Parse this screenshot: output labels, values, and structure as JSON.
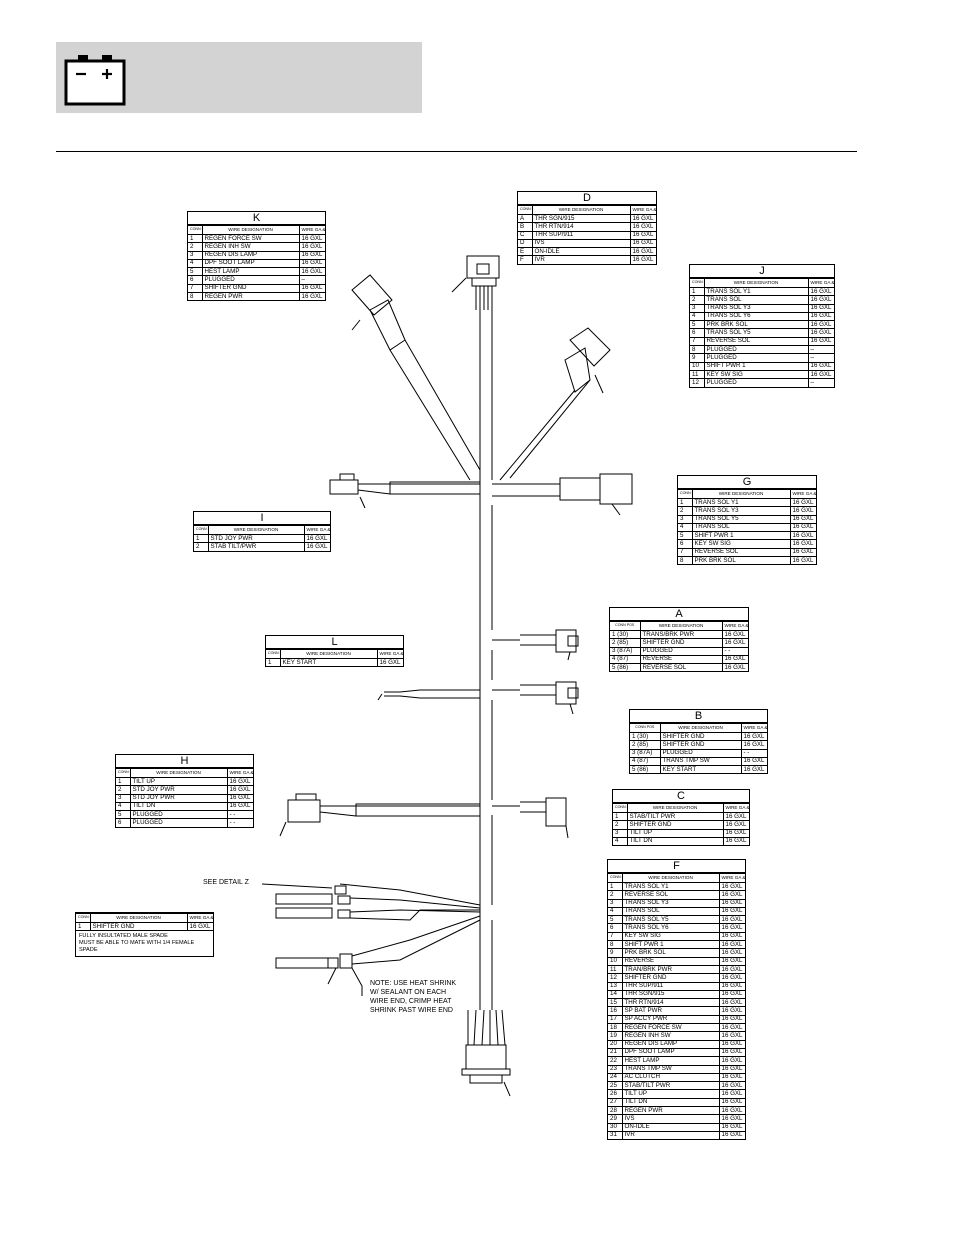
{
  "header": {
    "icon": "battery-icon",
    "bar_color": "#d3d3d3"
  },
  "tables": {
    "K": {
      "title": "K",
      "h_pos": "CONN POS",
      "h_desig": "WIRE DESIGNATION",
      "h_ga": "WIRE GA & TYPE",
      "rows": [
        [
          "1",
          "REGEN FORCE SW",
          "16 GXL"
        ],
        [
          "2",
          "REGEN INH SW",
          "16 GXL"
        ],
        [
          "3",
          "REGEN DIS LAMP",
          "16 GXL"
        ],
        [
          "4",
          "DPF SOOT LAMP",
          "16 GXL"
        ],
        [
          "5",
          "HEST LAMP",
          "16 GXL"
        ],
        [
          "6",
          "PLUGGED",
          "–"
        ],
        [
          "7",
          "SHIFTER GND",
          "16 GXL"
        ],
        [
          "8",
          "REGEN PWR",
          "16 GXL"
        ]
      ]
    },
    "D": {
      "title": "D",
      "h_pos": "CONN POS",
      "h_desig": "WIRE DESIGNATION",
      "h_ga": "WIRE GA & TYPE",
      "rows": [
        [
          "A",
          "THR SGN/915",
          "16 GXL"
        ],
        [
          "B",
          "THR RTN/914",
          "16 GXL"
        ],
        [
          "C",
          "THR SUP/911",
          "16 GXL"
        ],
        [
          "D",
          "IVS",
          "16 GXL"
        ],
        [
          "E",
          "ON-IDLE",
          "16 GXL"
        ],
        [
          "F",
          "IVR",
          "16 GXL"
        ]
      ]
    },
    "J": {
      "title": "J",
      "h_pos": "CONN POS",
      "h_desig": "WIRE DESIGNATION",
      "h_ga": "WIRE GA & TYPE",
      "rows": [
        [
          "1",
          "TRANS SOL Y1",
          "16 GXL"
        ],
        [
          "2",
          "TRANS SOL",
          "16 GXL"
        ],
        [
          "3",
          "TRANS SOL Y3",
          "16 GXL"
        ],
        [
          "4",
          "TRANS SOL Y6",
          "16 GXL"
        ],
        [
          "5",
          "PRK BRK SOL",
          "16 GXL"
        ],
        [
          "6",
          "TRANS SOL Y5",
          "16 GXL"
        ],
        [
          "7",
          "REVERSE SOL",
          "16 GXL"
        ],
        [
          "8",
          "PLUGGED",
          "–"
        ],
        [
          "9",
          "PLUGGED",
          "–"
        ],
        [
          "10",
          "SHIFT PWR 1",
          "16 GXL"
        ],
        [
          "11",
          "KEY SW SIG",
          "16 GXL"
        ],
        [
          "12",
          "PLUGGED",
          "–"
        ]
      ]
    },
    "G": {
      "title": "G",
      "h_pos": "CONN POS",
      "h_desig": "WIRE DESIGNATION",
      "h_ga": "WIRE GA & TYPE",
      "rows": [
        [
          "1",
          "TRANS SOL Y1",
          "16 GXL"
        ],
        [
          "2",
          "TRANS SOL Y3",
          "16 GXL"
        ],
        [
          "3",
          "TRANS SOL Y5",
          "16 GXL"
        ],
        [
          "4",
          "TRANS SOL",
          "16 GXL"
        ],
        [
          "5",
          "SHIFT PWR 1",
          "16 GXL"
        ],
        [
          "6",
          "KEY SW SIG",
          "16 GXL"
        ],
        [
          "7",
          "REVERSE SOL",
          "16 GXL"
        ],
        [
          "8",
          "PRK BRK SOL",
          "16 GXL"
        ]
      ]
    },
    "I": {
      "title": "I",
      "h_pos": "CONN POS",
      "h_desig": "WIRE DESIGNATION",
      "h_ga": "WIRE GA & TYPE",
      "rows": [
        [
          "1",
          "STD JOY PWR",
          "16 GXL"
        ],
        [
          "2",
          "STAB TILT/PWR",
          "16 GXL"
        ]
      ]
    },
    "A": {
      "title": "A",
      "h_pos": "CONN POS",
      "h_desig": "WIRE DESIGNATION",
      "h_ga": "WIRE GA & TYPE",
      "rows": [
        [
          "1 (30)",
          "TRANS/BRK PWR",
          "16 GXL"
        ],
        [
          "2 (85)",
          "SHIFTER GND",
          "16 GXL"
        ],
        [
          "3 (87A)",
          "PLUGGED",
          "- -"
        ],
        [
          "4 (87)",
          "REVERSE",
          "16 GXL"
        ],
        [
          "5 (86)",
          "REVERSE SOL",
          "16 GXL"
        ]
      ]
    },
    "L": {
      "title": "L",
      "h_pos": "CONN POS",
      "h_desig": "WIRE DESIGNATION",
      "h_ga": "WIRE GA & TYPE",
      "rows": [
        [
          "1",
          "KEY START",
          "16 GXL"
        ]
      ]
    },
    "B": {
      "title": "B",
      "h_pos": "CONN POS",
      "h_desig": "WIRE DESIGNATION",
      "h_ga": "WIRE GA & TYPE",
      "rows": [
        [
          "1 (30)",
          "SHIFTER GND",
          "16 GXL"
        ],
        [
          "2 (85)",
          "SHIFTER GND",
          "16 GXL"
        ],
        [
          "3 (87A)",
          "PLUGGED",
          "- -"
        ],
        [
          "4 (87)",
          "TRANS TMP SW",
          "16 GXL"
        ],
        [
          "5 (86)",
          "KEY START",
          "16 GXL"
        ]
      ]
    },
    "H": {
      "title": "H",
      "h_pos": "CONN POS",
      "h_desig": "WIRE DESIGNATION",
      "h_ga": "WIRE GA & TYPE",
      "rows": [
        [
          "1",
          "TILT UP",
          "16 GXL"
        ],
        [
          "2",
          "STD JOY PWR",
          "16 GXL"
        ],
        [
          "3",
          "STD JOY PWR",
          "16 GXL"
        ],
        [
          "4",
          "TILT DN",
          "16 GXL"
        ],
        [
          "5",
          "PLUGGED",
          "- -"
        ],
        [
          "6",
          "PLUGGED",
          "- -"
        ]
      ]
    },
    "C": {
      "title": "C",
      "h_pos": "CONN POS",
      "h_desig": "WIRE DESIGNATION",
      "h_ga": "WIRE GA & TYPE",
      "rows": [
        [
          "1",
          "STAB/TILT PWR",
          "16 GXL"
        ],
        [
          "2",
          "SHIFTER GND",
          "16 GXL"
        ],
        [
          "3",
          "TILT UP",
          "16 GXL"
        ],
        [
          "4",
          "TILT DN",
          "16 GXL"
        ]
      ]
    },
    "Z": {
      "title": "",
      "h_pos": "CONN POS",
      "h_desig": "WIRE DESIGNATION",
      "h_ga": "WIRE GA & TYPE",
      "rows": [
        [
          "1",
          "SHIFTER GND",
          "16 GXL"
        ]
      ],
      "note": "FULLY INSULTATED MALE SPADE\nMUST BE ABLE TO MATE WITH 1/4 FEMALE\nSPADE"
    },
    "F": {
      "title": "F",
      "h_pos": "CONN POS",
      "h_desig": "WIRE DESIGNATION",
      "h_ga": "WIRE GA & TYPE",
      "rows": [
        [
          "1",
          "TRANS SOL Y1",
          "16 GXL"
        ],
        [
          "2",
          "REVERSE SOL",
          "16 GXL"
        ],
        [
          "3",
          "TRANS SOL Y3",
          "16 GXL"
        ],
        [
          "4",
          "TRANS SOL",
          "16 GXL"
        ],
        [
          "5",
          "TRANS SOL Y5",
          "16 GXL"
        ],
        [
          "6",
          "TRANS SOL Y6",
          "16 GXL"
        ],
        [
          "7",
          "KEY SW SIG",
          "16 GXL"
        ],
        [
          "8",
          "SHIFT PWR 1",
          "16 GXL"
        ],
        [
          "9",
          "PRK BRK SOL",
          "16 GXL"
        ],
        [
          "10",
          "REVERSE",
          "16 GXL"
        ],
        [
          "11",
          "TRAN/BRK PWR",
          "16 GXL"
        ],
        [
          "12",
          "SHIFTER GND",
          "16 GXL"
        ],
        [
          "13",
          "THR SUP/911",
          "16 GXL"
        ],
        [
          "14",
          "THR SGN/915",
          "16 GXL"
        ],
        [
          "15",
          "THR RTN/914",
          "16 GXL"
        ],
        [
          "16",
          "SP BAT PWR",
          "16 GXL"
        ],
        [
          "17",
          "SP ACCY PWR",
          "16 GXL"
        ],
        [
          "18",
          "REGEN FORCE SW",
          "16 GXL"
        ],
        [
          "19",
          "REGEN INH SW",
          "16 GXL"
        ],
        [
          "20",
          "REGEN DIS LAMP",
          "16 GXL"
        ],
        [
          "21",
          "DPF SOOT LAMP",
          "16 GXL"
        ],
        [
          "22",
          "HEST LAMP",
          "16 GXL"
        ],
        [
          "23",
          "TRANS TMP SW",
          "16 GXL"
        ],
        [
          "24",
          "AC CLUTCH",
          "16 GXL"
        ],
        [
          "25",
          "STAB/TILT PWR",
          "16 GXL"
        ],
        [
          "26",
          "TILT UP",
          "16 GXL"
        ],
        [
          "27",
          "TILT DN",
          "16 GXL"
        ],
        [
          "28",
          "REGEN PWR",
          "16 GXL"
        ],
        [
          "29",
          "IVS",
          "16 GXL"
        ],
        [
          "30",
          "ON-IDLE",
          "16 GXL"
        ],
        [
          "31",
          "IVR",
          "16 GXL"
        ]
      ]
    }
  },
  "labels": {
    "detail": "SEE DETAIL Z",
    "note": "NOTE: USE HEAT SHRINK\nW/ SEALANT ON EACH\nWIRE END, CRIMP HEAT\nSHRINK PAST WIRE END"
  }
}
